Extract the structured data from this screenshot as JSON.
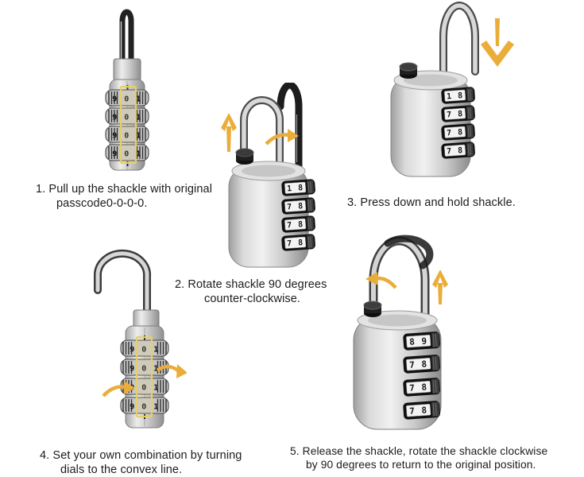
{
  "figure": {
    "background": "#ffffff",
    "text_color": "#1c1c1c",
    "arrow_color": "#EAAD3A",
    "highlight_box_color": "#E4CF6B"
  },
  "steps": [
    {
      "name": "step-1",
      "lines": [
        "1. Pull up the shackle with original",
        "passcode0-0-0-0."
      ]
    },
    {
      "name": "step-2",
      "lines": [
        "2. Rotate shackle 90 degrees",
        "counter-clockwise."
      ]
    },
    {
      "name": "step-3",
      "lines": [
        "3. Press down and hold shackle."
      ]
    },
    {
      "name": "step-4",
      "lines": [
        "4. Set your own combination by turning",
        "dials to the convex line."
      ]
    },
    {
      "name": "step-5",
      "lines": [
        "5. Release the shackle, rotate the shackle clockwise",
        "by 90 degrees to return to the original position."
      ]
    }
  ],
  "locks": {
    "small_dial_rows": [
      "9 0 1",
      "9 0 1",
      "9 0 1",
      "9 0 1"
    ],
    "large_dial_rows": [
      "1 8",
      "7 8",
      "7 8",
      "7 8"
    ],
    "step5_dial_rows": [
      "8 9",
      "7 8",
      "7 8",
      "7 8"
    ]
  }
}
